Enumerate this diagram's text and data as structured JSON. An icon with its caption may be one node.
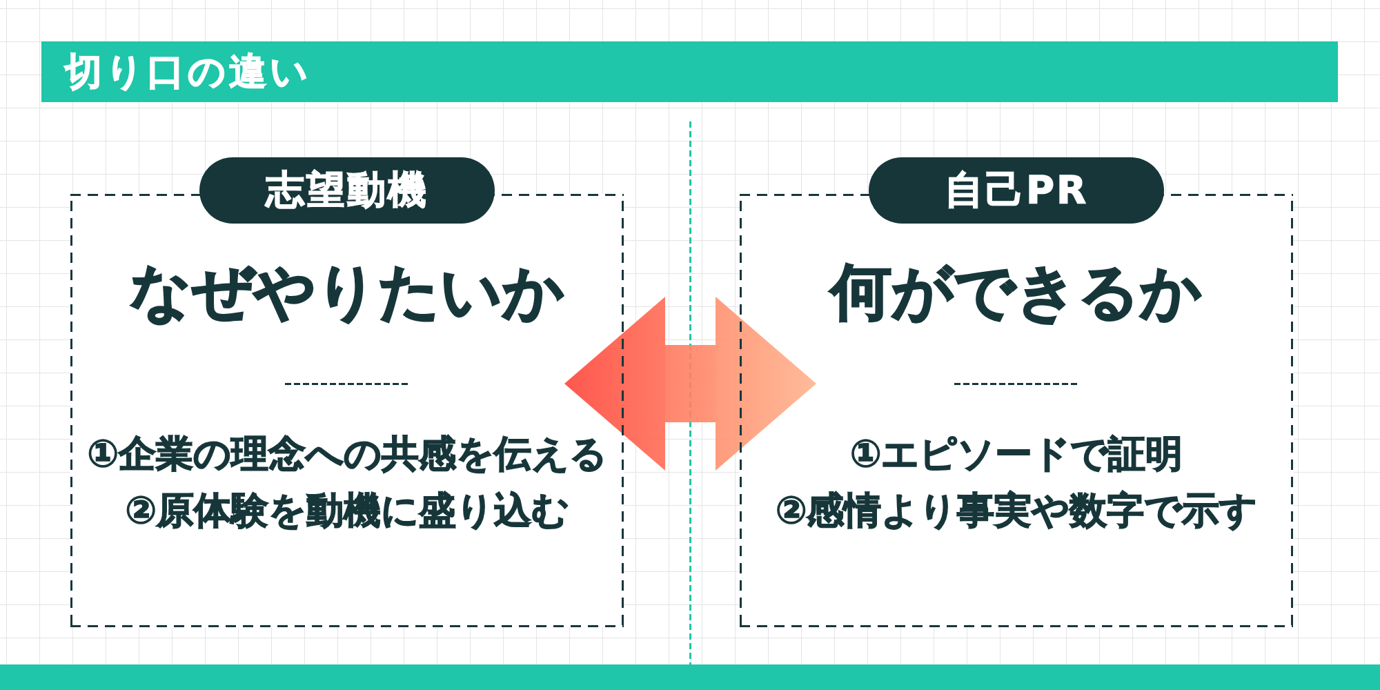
{
  "diagram": {
    "title": "切り口の違い",
    "nodes": [
      {
        "text": [
          "志望動機",
          "なぜやりたいか",
          "①企業の理念への共感を伝える",
          "②原体験を動機に盛り込む"
        ]
      },
      {
        "text": [
          "自己PR",
          "何ができるか",
          "①エピソードで証明",
          "②感情より事実や数字で示す"
        ]
      }
    ],
    "edges": [
      {
        "from": 0,
        "to": 1,
        "arrow": "both"
      }
    ]
  }
}
